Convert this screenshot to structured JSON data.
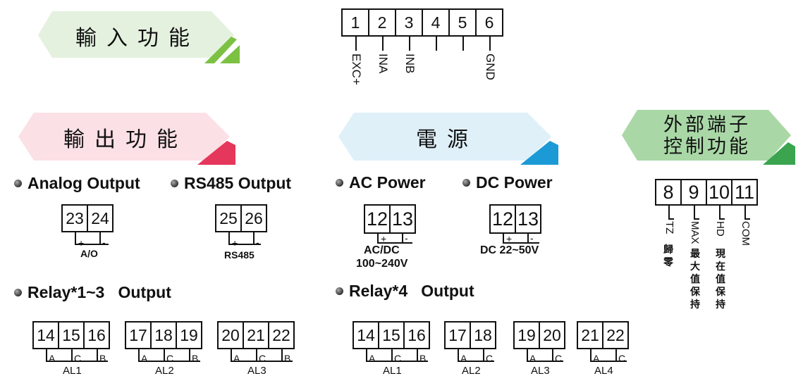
{
  "banners": {
    "input": "輸入功能",
    "output": "輸出功能",
    "power": "電源",
    "external_line1": "外部端子",
    "external_line2": "控制功能"
  },
  "input_terminals": {
    "numbers": [
      "1",
      "2",
      "3",
      "4",
      "5",
      "6"
    ],
    "labels": [
      "EXC+",
      "INA",
      "INB",
      "",
      "",
      "GND"
    ]
  },
  "analog": {
    "heading": "Analog Output",
    "t1": "23",
    "t2": "24",
    "plus": "+",
    "minus": "-",
    "label": "A/O"
  },
  "rs485": {
    "heading": "RS485 Output",
    "t1": "25",
    "t2": "26",
    "plus": "+",
    "minus": "-",
    "label": "RS485"
  },
  "ac": {
    "heading": "AC Power",
    "t1": "12",
    "t2": "13",
    "plus": "+",
    "minus": "-",
    "label1": "AC/DC",
    "label2": "100~240V"
  },
  "dc": {
    "heading": "DC Power",
    "t1": "12",
    "t2": "13",
    "plus": "+",
    "minus": "-",
    "label": "DC 22~50V"
  },
  "relay13": {
    "heading": "Relay*1~3   Output",
    "groups": [
      {
        "nums": [
          "14",
          "15",
          "16"
        ],
        "pins": [
          "A",
          "C",
          "B"
        ],
        "label": "AL1"
      },
      {
        "nums": [
          "17",
          "18",
          "19"
        ],
        "pins": [
          "A",
          "C",
          "B"
        ],
        "label": "AL2"
      },
      {
        "nums": [
          "20",
          "21",
          "22"
        ],
        "pins": [
          "A",
          "C",
          "B"
        ],
        "label": "AL3"
      }
    ]
  },
  "relay4": {
    "heading": "Relay*4   Output",
    "groups": [
      {
        "nums": [
          "14",
          "15",
          "16"
        ],
        "pins": [
          "A",
          "C",
          "B"
        ],
        "label": "AL1"
      },
      {
        "nums": [
          "17",
          "18"
        ],
        "pins": [
          "A",
          "C"
        ],
        "label": "AL2"
      },
      {
        "nums": [
          "19",
          "20"
        ],
        "pins": [
          "A",
          "C"
        ],
        "label": "AL3"
      },
      {
        "nums": [
          "21",
          "22"
        ],
        "pins": [
          "A",
          "C"
        ],
        "label": "AL4"
      }
    ]
  },
  "external": {
    "numbers": [
      "8",
      "9",
      "10",
      "11"
    ],
    "codes": [
      "TZ",
      "MAX",
      "HD",
      "COM"
    ],
    "desc": [
      "歸零",
      "最大值保持",
      "現在值保持",
      ""
    ]
  },
  "colors": {
    "green": "#7cc142",
    "green_light": "#e4f1df",
    "red": "#e5365b",
    "red_light": "#fbe0e5",
    "blue": "#1b9ad6",
    "blue_light": "#dff0f9",
    "green2": "#3aa44f",
    "green2_light": "#a9d8a6"
  }
}
